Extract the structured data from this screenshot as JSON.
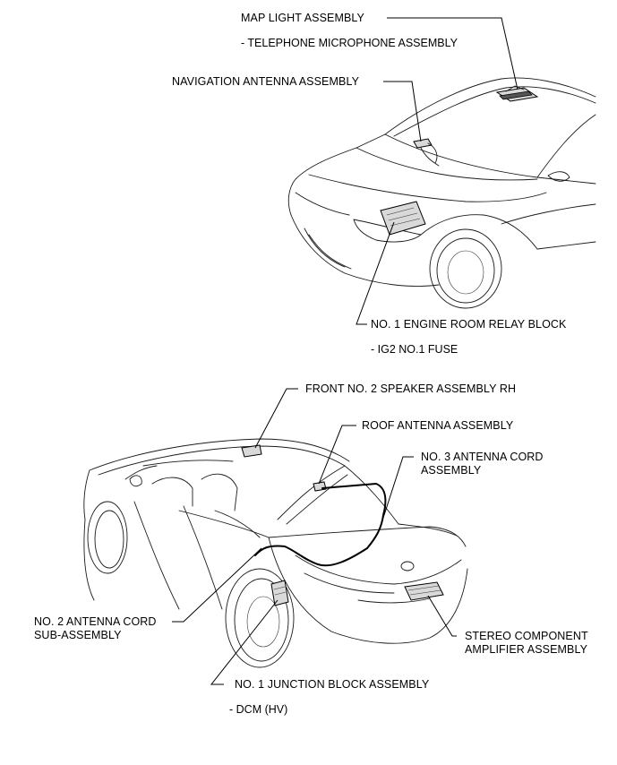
{
  "labels": {
    "map_light": "MAP LIGHT ASSEMBLY",
    "telephone_mic": "- TELEPHONE MICROPHONE ASSEMBLY",
    "navigation_antenna": "NAVIGATION ANTENNA ASSEMBLY",
    "engine_relay_block": "NO. 1 ENGINE ROOM RELAY BLOCK",
    "ig2_fuse": "- IG2 NO.1 FUSE",
    "front_speaker_rh": "FRONT NO. 2 SPEAKER ASSEMBLY RH",
    "roof_antenna": "ROOF ANTENNA ASSEMBLY",
    "antenna_cord_3_line1": "NO. 3 ANTENNA CORD",
    "antenna_cord_3_line2": "ASSEMBLY",
    "antenna_cord_2_line1": "NO. 2 ANTENNA CORD",
    "antenna_cord_2_line2": "SUB-ASSEMBLY",
    "stereo_amp_line1": "STEREO COMPONENT",
    "stereo_amp_line2": "AMPLIFIER ASSEMBLY",
    "junction_block": "NO. 1 JUNCTION BLOCK ASSEMBLY",
    "dcm": "-  DCM (HV)"
  }
}
